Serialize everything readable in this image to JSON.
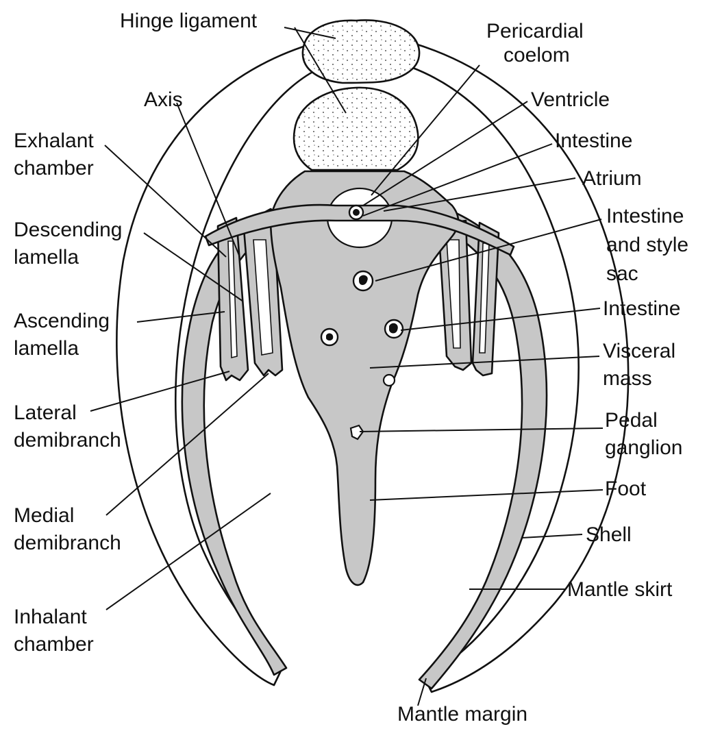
{
  "colors": {
    "tissue": "#c7c7c7",
    "outline": "#111111",
    "background": "#ffffff"
  },
  "labels": {
    "hinge_ligament": "Hinge ligament",
    "pericardial_coelom": [
      "Pericardial",
      "coelom"
    ],
    "axis": "Axis",
    "ventricle": "Ventricle",
    "exhalant_chamber": [
      "Exhalant",
      "chamber"
    ],
    "intestine_1": "Intestine",
    "atrium": "Atrium",
    "descending_lamella": [
      "Descending",
      "lamella"
    ],
    "intestine_and_style_sac": [
      "Intestine",
      "and style",
      "sac"
    ],
    "ascending_lamella": [
      "Ascending",
      "lamella"
    ],
    "intestine_2": "Intestine",
    "visceral_mass": [
      "Visceral",
      "mass"
    ],
    "lateral_demibranch": [
      "Lateral",
      "demibranch"
    ],
    "pedal_ganglion": [
      "Pedal",
      "ganglion"
    ],
    "medial_demibranch": [
      "Medial",
      "demibranch"
    ],
    "foot": "Foot",
    "shell": "Shell",
    "mantle_skirt": "Mantle skirt",
    "inhalant_chamber": [
      "Inhalant",
      "chamber"
    ],
    "mantle_margin": "Mantle margin"
  }
}
